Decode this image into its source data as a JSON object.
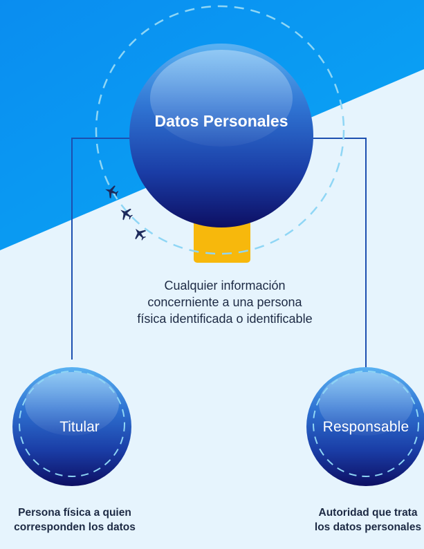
{
  "diagram": {
    "center": {
      "title": "Datos Personales",
      "description": "Cualquier información concerniente a una persona física identificada o identificable"
    },
    "nodes": [
      {
        "label": "Titular",
        "caption": "Persona física a quien corresponden los datos"
      },
      {
        "label": "Responsable",
        "caption": "Autoridad que trata los datos personales"
      }
    ],
    "icons": [
      "airplane-icon",
      "airplane-icon",
      "airplane-icon"
    ]
  },
  "colors": {
    "background_light": "#e6f4fd",
    "background_blue": "#0a8df0",
    "sphere_top": "#5ab2f2",
    "sphere_bottom": "#0d0f63",
    "connector": "#1c4fb0",
    "accent_yellow": "#f7b80c",
    "dashed_ring": "#8fd6f5",
    "text_dark": "#1d2a44"
  }
}
